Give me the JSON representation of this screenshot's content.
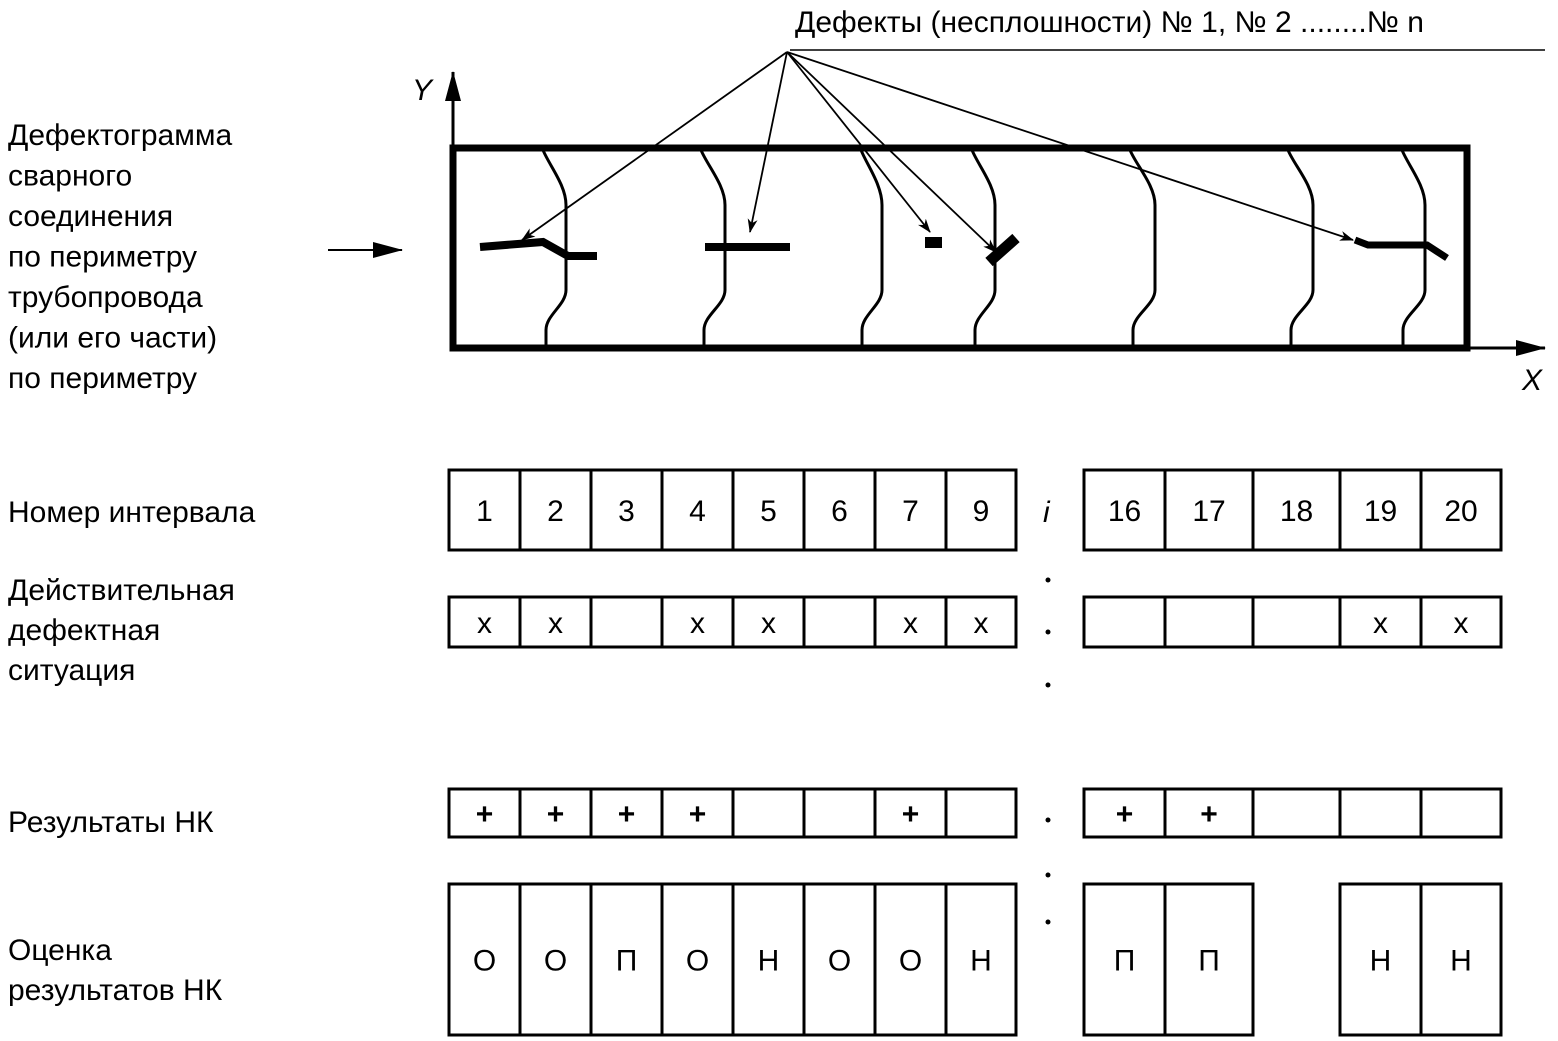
{
  "title": "Дефекты (несплошности) № 1, № 2 ........№ n",
  "axes": {
    "y": "Y",
    "x": "X"
  },
  "left_label_lines": [
    "Дефектограмма",
    "сварного",
    "соединения",
    "по периметру",
    "трубопровода",
    "(или его части)",
    "по периметру"
  ],
  "rows": {
    "interval": {
      "label_lines": [
        "Номер интервала"
      ],
      "left": [
        "1",
        "2",
        "3",
        "4",
        "5",
        "6",
        "7",
        "9"
      ],
      "right": [
        "16",
        "17",
        "18",
        "19",
        "20"
      ]
    },
    "actual": {
      "label_lines": [
        "Действительная",
        "дефектная",
        "ситуация"
      ],
      "left": [
        "x",
        "x",
        "",
        "x",
        "x",
        "",
        "x",
        "x"
      ],
      "right": [
        "",
        "",
        "",
        "x",
        "x"
      ]
    },
    "results": {
      "label_lines": [
        "Результаты НК"
      ],
      "left": [
        "+",
        "+",
        "+",
        "+",
        "",
        "",
        "+",
        ""
      ],
      "right": [
        "+",
        "+",
        "",
        "",
        ""
      ]
    },
    "evaluation": {
      "label_lines": [
        "Оценка",
        "результатов НК"
      ],
      "left": [
        "О",
        "О",
        "П",
        "О",
        "Н",
        "О",
        "О",
        "Н"
      ],
      "right": [
        "П",
        "П",
        "",
        "Н",
        "Н"
      ]
    }
  },
  "gap_symbol": "i",
  "colors": {
    "ink": "#000000",
    "background": "#ffffff"
  }
}
